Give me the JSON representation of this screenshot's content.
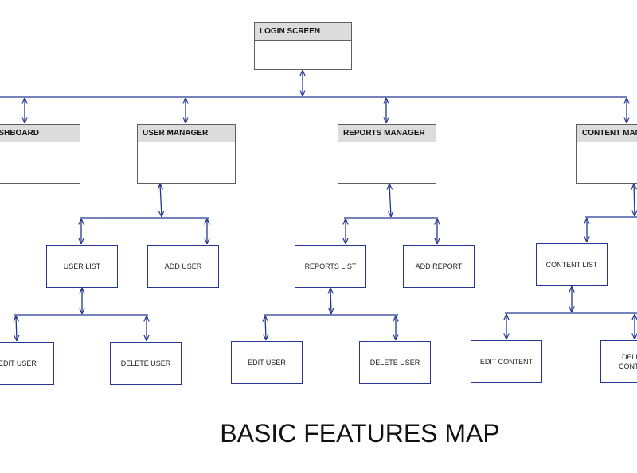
{
  "title": "BASIC FEATURES MAP",
  "colors": {
    "connector": "#253791",
    "box_border": "#253791",
    "header_border": "#5f5f5f",
    "header_fill": "#dcdcdc"
  },
  "login": {
    "title": "LOGIN SCREEN"
  },
  "modules": {
    "dashboard": {
      "title": "DASHBOARD"
    },
    "user_manager": {
      "title": "USER MANAGER",
      "list": "USER LIST",
      "add": "ADD USER",
      "list_children": {
        "edit": "EDIT USER",
        "delete": "DELETE USER"
      }
    },
    "reports_manager": {
      "title": "REPORTS MANAGER",
      "list": "REPORTS LIST",
      "add": "ADD REPORT",
      "list_children": {
        "edit": "EDIT USER",
        "delete": "DELETE USER"
      }
    },
    "content_manager": {
      "title": "CONTENT MANAGER",
      "list": "CONTENT LIST",
      "list_children": {
        "edit": "EDIT CONTENT",
        "delete": "DELETE CONTENT"
      }
    }
  }
}
